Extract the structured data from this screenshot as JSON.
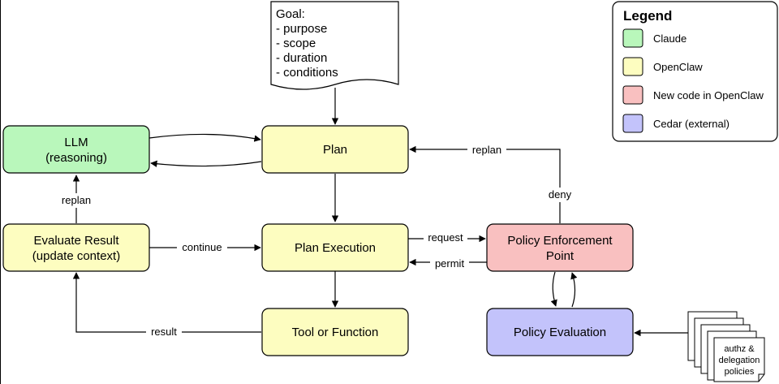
{
  "colors": {
    "claude": "#b9f7bb",
    "openclaw": "#fdfdc0",
    "new_code": "#f9c0c0",
    "cedar": "#c3c3fb",
    "stroke": "#000000"
  },
  "goal": {
    "lines": [
      "Goal:",
      "- purpose",
      "- scope",
      "- duration",
      "- conditions"
    ]
  },
  "nodes": {
    "llm": [
      "LLM",
      "(reasoning)"
    ],
    "plan": [
      "Plan"
    ],
    "evaluate": [
      "Evaluate Result",
      "(update context)"
    ],
    "execution": [
      "Plan Execution"
    ],
    "tool": [
      "Tool or Function"
    ],
    "pep": [
      "Policy Enforcement",
      "Point"
    ],
    "policy_eval": [
      "Policy Evaluation"
    ]
  },
  "edges": {
    "replan_top": "replan",
    "deny": "deny",
    "replan_left": "replan",
    "continue": "continue",
    "request": "request",
    "permit": "permit",
    "result": "result"
  },
  "policies": {
    "lines": [
      "authz &",
      "delegation",
      "policies"
    ]
  },
  "legend": {
    "title": "Legend",
    "items": [
      {
        "label": "Claude",
        "color": "#b9f7bb"
      },
      {
        "label": "OpenClaw",
        "color": "#fdfdc0"
      },
      {
        "label": "New code in OpenClaw",
        "color": "#f9c0c0"
      },
      {
        "label": "Cedar (external)",
        "color": "#c3c3fb"
      }
    ]
  }
}
